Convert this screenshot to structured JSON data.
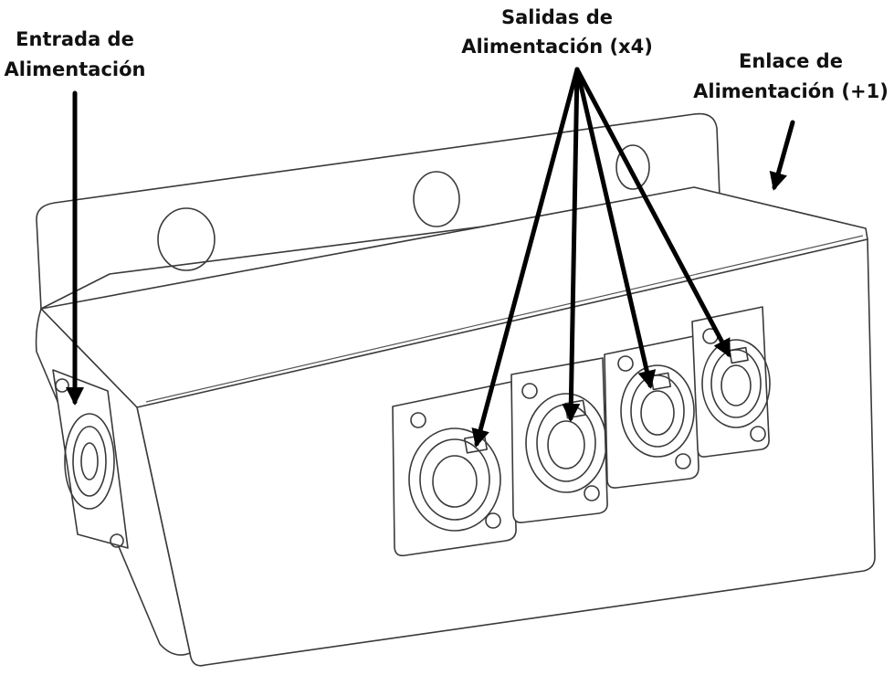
{
  "labels": {
    "input": {
      "line1": "Entrada de",
      "line2": "Alimentación"
    },
    "outputs": {
      "line1": "Salidas de",
      "line2": "Alimentación (x4)"
    },
    "link": {
      "line1": "Enlace de",
      "line2": "Alimentación (+1)"
    }
  },
  "colors": {
    "line_art": "#3a3a3a",
    "arrow": "#000000",
    "label_text": "#111111",
    "background": "#ffffff"
  }
}
